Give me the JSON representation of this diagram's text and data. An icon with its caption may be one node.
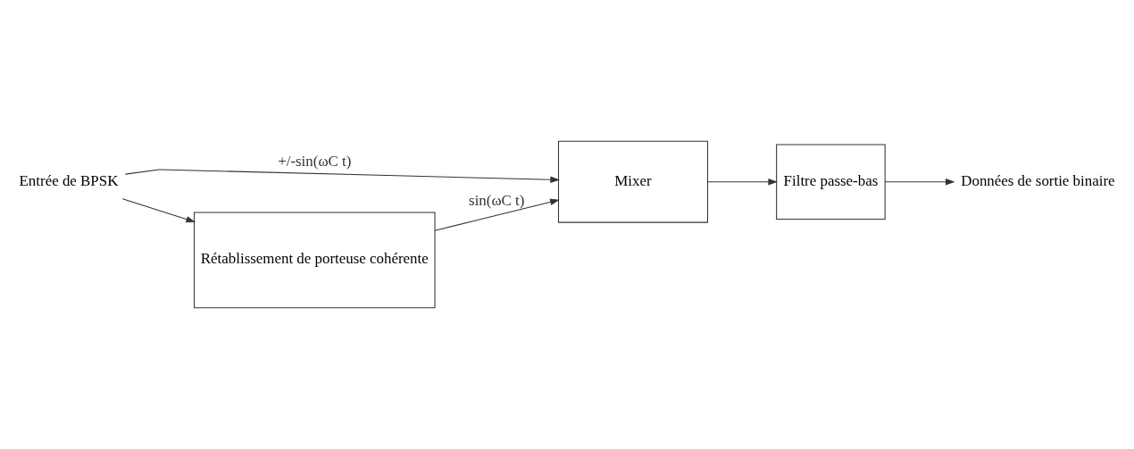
{
  "diagram": {
    "nodes": [
      {
        "text": [
          "Entrée de BPSK"
        ]
      },
      {
        "text": [
          "Mixer"
        ]
      },
      {
        "text": [
          "Filtre passe-bas"
        ]
      },
      {
        "text": [
          "Données de sortie binaire"
        ]
      },
      {
        "text": [
          "Rétablissement de porteuse cohérente"
        ]
      }
    ],
    "edges": [
      {
        "from": 0,
        "to": 1,
        "arrow": "to",
        "label": "+/-sin(ωC t)"
      },
      {
        "from": 0,
        "to": 4,
        "arrow": "to"
      },
      {
        "from": 4,
        "to": 1,
        "arrow": "to",
        "label": "sin(ωC t)"
      },
      {
        "from": 1,
        "to": 2,
        "arrow": "to"
      },
      {
        "from": 2,
        "to": 3,
        "arrow": "to"
      }
    ]
  }
}
